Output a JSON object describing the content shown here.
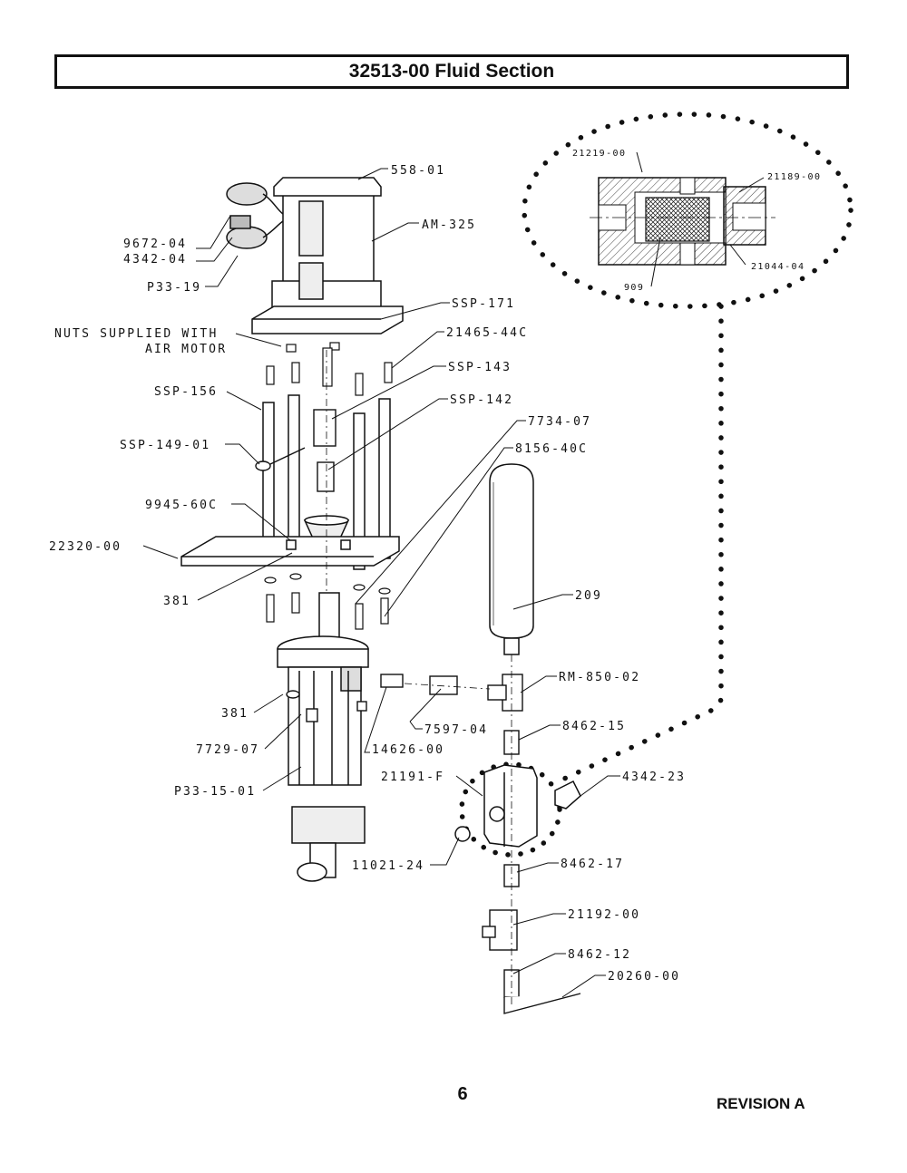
{
  "title": "32513-00 Fluid Section",
  "page_number": "6",
  "revision": "REVISION A",
  "callouts": {
    "p558_01": "558-01",
    "am325": "AM-325",
    "p9672_04": "9672-04",
    "p4342_04": "4342-04",
    "p33_19": "P33-19",
    "ssp171": "SSP-171",
    "nuts_line1": "NUTS SUPPLIED WITH",
    "nuts_line2": "AIR MOTOR",
    "p21465_44c": "21465-44C",
    "ssp143": "SSP-143",
    "ssp156": "SSP-156",
    "ssp142": "SSP-142",
    "p7734_07": "7734-07",
    "ssp149_01": "SSP-149-01",
    "p8156_40c": "8156-40C",
    "p9945_60c": "9945-60C",
    "p22320_00": "22320-00",
    "p209": "209",
    "p381_a": "381",
    "rm850_02": "RM-850-02",
    "p381_b": "381",
    "p7597_04": "7597-04",
    "p8462_15": "8462-15",
    "p7729_07": "7729-07",
    "p14626_00": "14626-00",
    "p21191_f": "21191-F",
    "p4342_23": "4342-23",
    "p33_15_01": "P33-15-01",
    "p11021_24": "11021-24",
    "p8462_17": "8462-17",
    "p21192_00": "21192-00",
    "p8462_12": "8462-12",
    "p20260_00": "20260-00"
  },
  "detail_callouts": {
    "p21219_00": "21219-00",
    "p21189_00": "21189-00",
    "p21044_04": "21044-04",
    "p909": "909"
  }
}
